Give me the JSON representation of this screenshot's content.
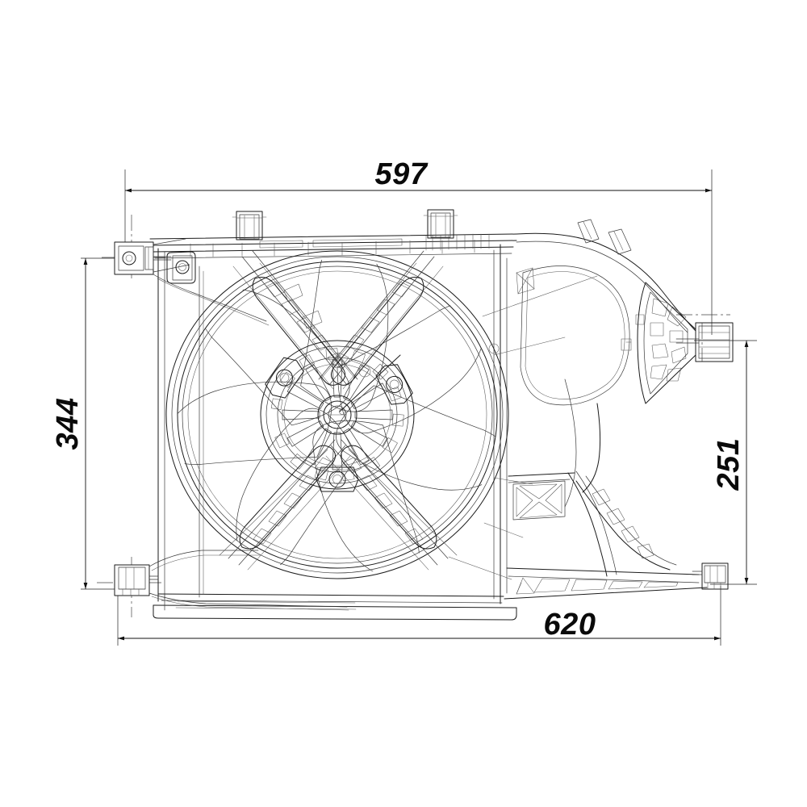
{
  "drawing": {
    "title": "Radiator Cooling Fan Assembly with Shroud",
    "view": "front elevation",
    "line_color": "#1b1b1b",
    "background_color": "#ffffff"
  },
  "dimensions": {
    "top": {
      "label": "597",
      "name": "overall-shroud-width",
      "orientation": "horizontal",
      "position": "top"
    },
    "left": {
      "label": "344",
      "name": "left-side-height",
      "orientation": "vertical-rotated",
      "position": "left"
    },
    "right": {
      "label": "251",
      "name": "right-side-height",
      "orientation": "vertical-rotated",
      "position": "right"
    },
    "bottom": {
      "label": "620",
      "name": "overall-assembly-width",
      "orientation": "horizontal",
      "position": "bottom"
    }
  },
  "components": {
    "fan": {
      "blade_count": 7,
      "hub_spoke_count": 12,
      "mount_hole_count": 3
    },
    "shroud": {
      "top_clip_count": 2,
      "right_tab_count": 2,
      "mounting_brackets": 4
    }
  }
}
